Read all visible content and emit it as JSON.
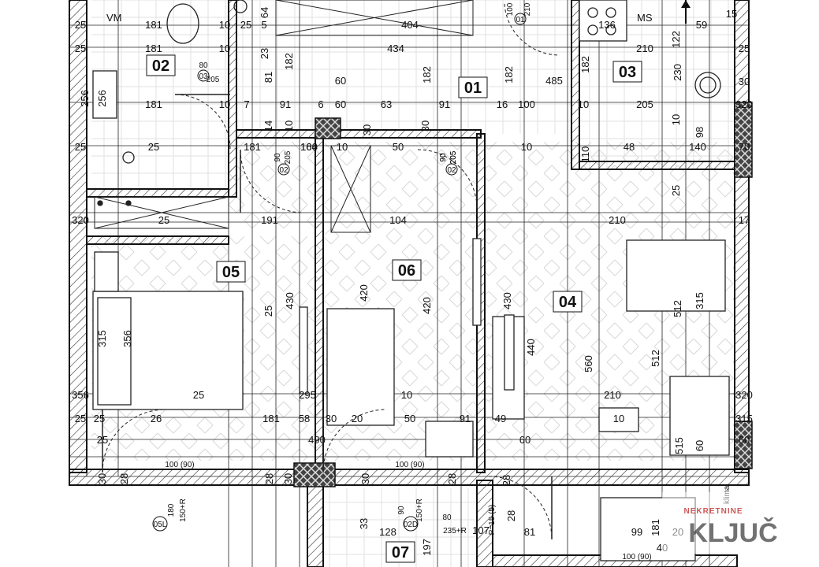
{
  "rooms": [
    {
      "id": "room-01",
      "label": "01"
    },
    {
      "id": "room-02",
      "label": "02"
    },
    {
      "id": "room-03",
      "label": "03"
    },
    {
      "id": "room-04",
      "label": "04"
    },
    {
      "id": "room-05",
      "label": "05"
    },
    {
      "id": "room-06",
      "label": "06"
    },
    {
      "id": "room-07",
      "label": "07"
    }
  ],
  "fixtures": {
    "washing_machine": "VM",
    "dishwasher": "MS",
    "klima": "klima"
  },
  "door_tags": [
    "01",
    "02",
    "02",
    "03",
    "05L",
    "02D"
  ],
  "door_codes": [
    "100",
    "210",
    "90",
    "205",
    "80",
    "205",
    "90",
    "205",
    "90",
    "205",
    "180",
    "150+R",
    "90",
    "150+R",
    "80",
    "235+R",
    "P=15 (5)",
    "100 (90)",
    "100 (90)",
    "100 (90)"
  ],
  "dims": [
    "25",
    "181",
    "10",
    "64",
    "25",
    "5",
    "404",
    "15",
    "25",
    "181",
    "10",
    "23",
    "434",
    "210",
    "136",
    "122",
    "59",
    "25",
    "182",
    "182",
    "182",
    "182",
    "230",
    "81",
    "60",
    "485",
    "30",
    "320",
    "256",
    "256",
    "181",
    "10",
    "7",
    "91",
    "6",
    "60",
    "63",
    "91",
    "16",
    "100",
    "10",
    "205",
    "30",
    "14",
    "10",
    "30",
    "10",
    "98",
    "25",
    "25",
    "181",
    "104",
    "10",
    "50",
    "160",
    "10",
    "110",
    "48",
    "140",
    "70",
    "25",
    "17",
    "25",
    "191",
    "104",
    "210",
    "320",
    "25",
    "430",
    "420",
    "420",
    "430",
    "440",
    "560",
    "512",
    "512",
    "315",
    "315",
    "356",
    "356",
    "25",
    "295",
    "10",
    "210",
    "320",
    "25",
    "25",
    "26",
    "181",
    "58",
    "30",
    "20",
    "50",
    "91",
    "49",
    "10",
    "315",
    "25",
    "490",
    "60",
    "515",
    "60",
    "60",
    "30",
    "28",
    "28",
    "30",
    "30",
    "28",
    "28",
    "33",
    "128",
    "197",
    "107",
    "28",
    "81",
    "99",
    "181",
    "20",
    "40",
    "10"
  ],
  "watermark": {
    "top": "NEKRETNINE",
    "main": "KLJUČ"
  }
}
